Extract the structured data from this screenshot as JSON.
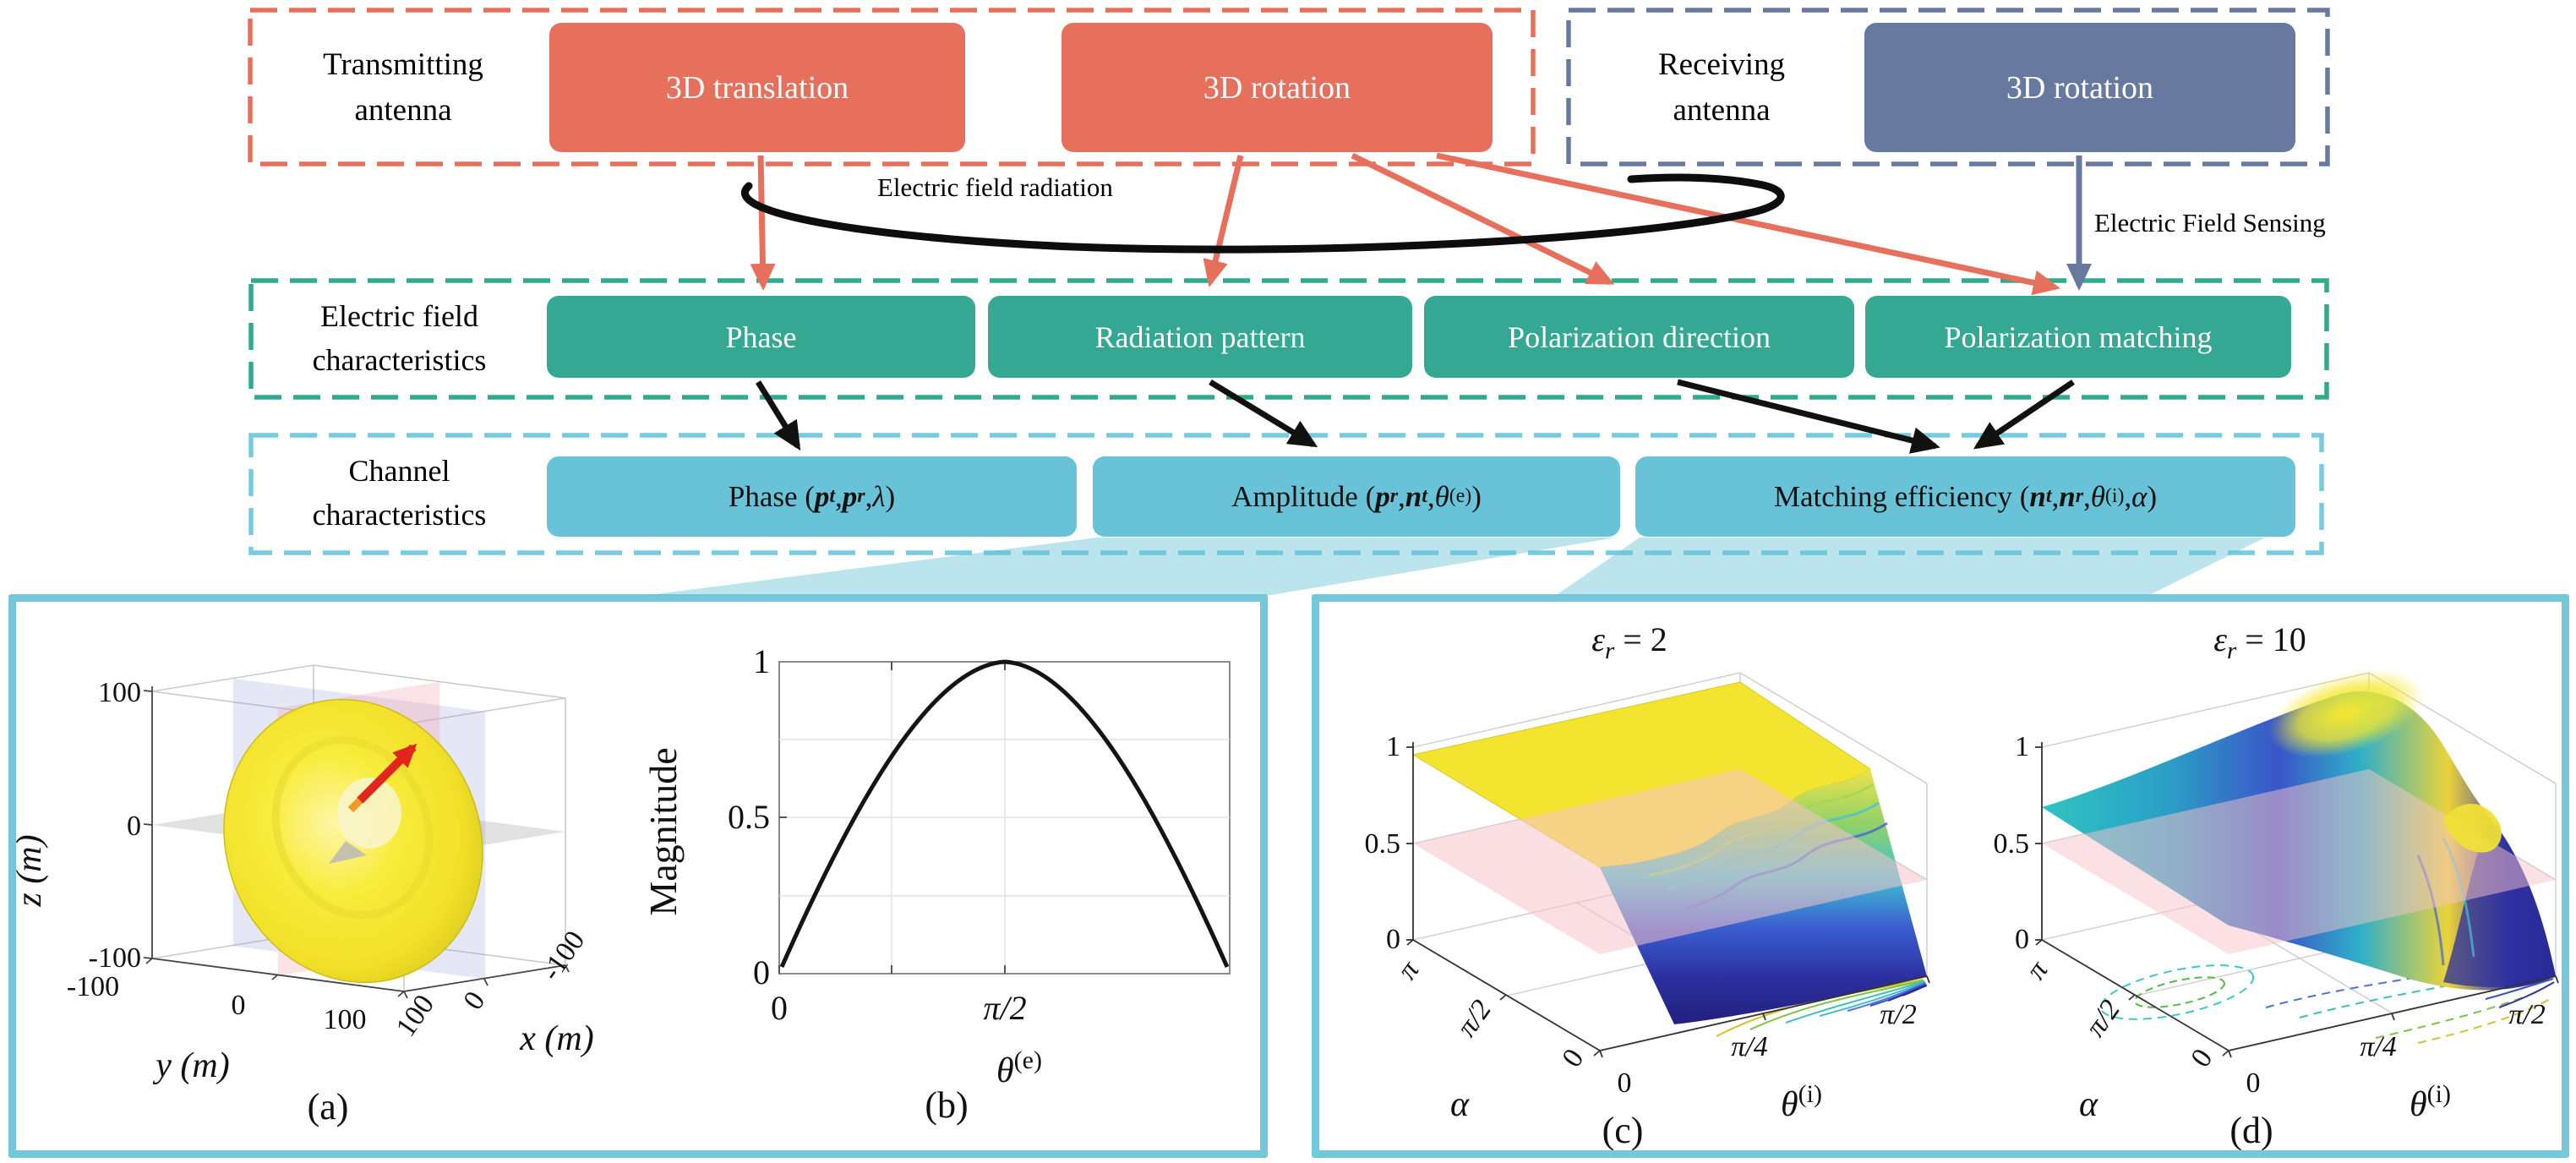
{
  "colors": {
    "salmon": "#E7705C",
    "slate_blue": "#68799F",
    "teal": "#34A893",
    "teal_dash": "#2FAB92",
    "cyan_box": "#69C3D8",
    "cyan_dash": "#77CBDE",
    "panel_border": "#74C8DA",
    "pink_plane": "#F6C6CC",
    "surface_yellow": "#F3E52F",
    "surface_navy": "#2B2D9C"
  },
  "top_row": {
    "transmit_label_1": "Transmitting",
    "transmit_label_2": "antenna",
    "translation_btn": "3D translation",
    "rotation_btn": "3D rotation",
    "receive_label_1": "Receiving",
    "receive_label_2": "antenna",
    "receive_rotation_btn": "3D rotation"
  },
  "flow_labels": {
    "radiation": "Electric field radiation",
    "sensing": "Electric Field Sensing"
  },
  "field_row": {
    "label_1": "Electric field",
    "label_2": "characteristics",
    "phase": "Phase",
    "radiation_pattern": "Radiation pattern",
    "polarization_direction": "Polarization direction",
    "polarization_matching": "Polarization matching"
  },
  "channel_row": {
    "label_1": "Channel",
    "label_2": "characteristics",
    "phase_parts": [
      "Phase (",
      "p",
      "t",
      ", ",
      "p",
      "r",
      ", ",
      "λ",
      " )"
    ],
    "amplitude_parts": [
      "Amplitude (",
      "p",
      "r",
      ", ",
      "n",
      "t",
      ", ",
      "θ",
      "(e)",
      ")"
    ],
    "matching_parts": [
      "Matching efficiency (",
      "n",
      "t",
      ",",
      "n",
      "r",
      ",",
      "θ",
      "(i)",
      ", ",
      "α",
      ")"
    ]
  },
  "panel_a": {
    "caption": "(a)",
    "x_label": "x (m)",
    "y_label": "y (m)",
    "z_label": "z (m)",
    "z_ticks": [
      "100",
      "0",
      "-100"
    ],
    "y_ticks": [
      "-100",
      "0",
      "100"
    ],
    "x_ticks": [
      "100",
      "0",
      "-100"
    ]
  },
  "panel_b": {
    "caption": "(b)",
    "y_label": "Magnitude",
    "y_ticks": [
      "1",
      "0.5",
      "0"
    ],
    "x_ticks": [
      "0",
      "π/2"
    ],
    "x_var": "θ",
    "x_sup": "(e)"
  },
  "panel_c": {
    "caption": "(c)",
    "title_var": "ε",
    "title_sub": "r",
    "title_eq": " = 2",
    "z_ticks": [
      "1",
      "0.5",
      "0"
    ],
    "alpha_ticks": [
      "π",
      "π/2",
      "0"
    ],
    "theta_ticks": [
      "0",
      "π/4",
      "π/2"
    ],
    "alpha_label": "α",
    "theta_var": "θ",
    "theta_sup": "(i)"
  },
  "panel_d": {
    "caption": "(d)",
    "title_var": "ε",
    "title_sub": "r",
    "title_eq": " = 10",
    "z_ticks": [
      "1",
      "0.5",
      "0"
    ],
    "alpha_ticks": [
      "π",
      "π/2",
      "0"
    ],
    "theta_ticks": [
      "0",
      "π/4",
      "π/2"
    ],
    "alpha_label": "α",
    "theta_var": "θ",
    "theta_sup": "(i)"
  },
  "chart_data": [
    {
      "panel": "a",
      "type": "3d-surface",
      "title": "",
      "description": "Dipole antenna radiation pattern shown as a tilted yellow torus centered at the origin with a thick red orientation arrow; translucent gray z=0 plane plus lavender and pink vertical planes; gray wireframe axes box.",
      "xlabel": "x (m)",
      "ylabel": "y (m)",
      "zlabel": "z (m)",
      "xlim": [
        -100,
        100
      ],
      "ylim": [
        -100,
        100
      ],
      "zlim": [
        -100,
        100
      ],
      "x_ticks": [
        100,
        0,
        -100
      ],
      "y_ticks": [
        -100,
        0,
        100
      ],
      "z_ticks": [
        100,
        0,
        -100
      ]
    },
    {
      "panel": "b",
      "type": "line",
      "title": "",
      "xlabel": "θ(e)",
      "ylabel": "Magnitude",
      "x": [
        "0",
        "π/8",
        "π/4",
        "3π/8",
        "π/2",
        "5π/8",
        "3π/4",
        "7π/8",
        "π"
      ],
      "values": [
        0.02,
        0.38,
        0.71,
        0.92,
        1.0,
        0.92,
        0.71,
        0.38,
        0.02
      ],
      "note": "Magnitude = sin(θ(e)) over [0, π]",
      "xlim": [
        "0",
        "π"
      ],
      "ylim": [
        0,
        1
      ],
      "x_tick_labels": [
        "0",
        "π/2"
      ],
      "y_tick_labels": [
        0,
        0.5,
        1
      ],
      "grid": "on"
    },
    {
      "panel": "c",
      "type": "3d-surface",
      "title": "εr = 2",
      "xlabel": "θ(i)",
      "ylabel": "α",
      "zlabel": "",
      "x_range": [
        "0",
        "π/2"
      ],
      "y_range": [
        "0",
        "π"
      ],
      "zlim": [
        0,
        1
      ],
      "threshold_plane": 0.5,
      "grid_samples": {
        "alpha": [
          "0",
          "π/2",
          "π"
        ],
        "theta": [
          "0",
          "π/4",
          "π/2"
        ],
        "values": [
          [
            0.96,
            0.9,
            0.0
          ],
          [
            0.96,
            0.93,
            0.0
          ],
          [
            0.96,
            0.9,
            0.0
          ]
        ]
      },
      "description": "Polarization matching efficiency: flat yellow plateau near 0.95 for θ(i) below ~3π/8 at all α, steep rainbow cascade to 0 approaching θ(i)=π/2; translucent pink plane marks 0.5; contour lines projected on the floor near the θ(i)=π/2 corner."
    },
    {
      "panel": "d",
      "type": "3d-surface",
      "title": "εr = 10",
      "xlabel": "θ(i)",
      "ylabel": "α",
      "zlabel": "",
      "x_range": [
        "0",
        "π/2"
      ],
      "y_range": [
        "0",
        "π"
      ],
      "zlim": [
        0,
        1
      ],
      "threshold_plane": 0.5,
      "grid_samples": {
        "alpha": [
          "0",
          "π/2",
          "π"
        ],
        "theta": [
          "0",
          "π/4",
          "π/2"
        ],
        "values": [
          [
            0.65,
            0.45,
            0.0
          ],
          [
            0.68,
            0.35,
            0.0
          ],
          [
            0.65,
            1.0,
            0.0
          ]
        ]
      },
      "description": "Matching efficiency ≈0.65 at θ(i)=0 for all α, central blue valley below 0.5, yellow peak near α=π at mid θ(i) and a second yellow ridge near θ(i)≈0.4π at small α, dropping to 0 at θ(i)=π/2; pink plane at 0.5; contour loops and arcs projected on the floor."
    }
  ]
}
